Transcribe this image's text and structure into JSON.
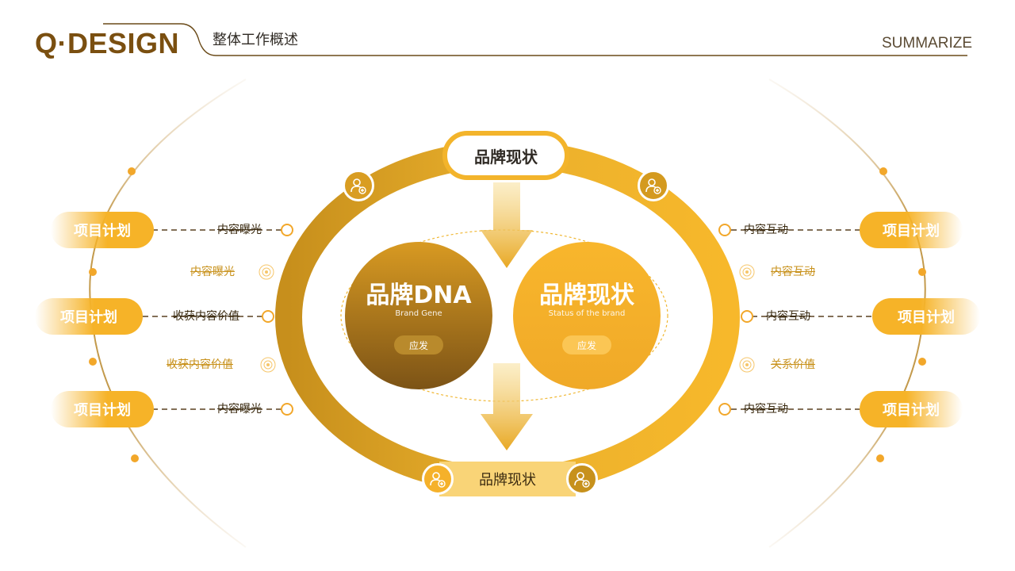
{
  "header": {
    "logo": "Q·DESIGN",
    "subtitle": "整体工作概述",
    "right_label": "SUMMARIZE"
  },
  "top_box": {
    "label": "品牌现状"
  },
  "bottom_box": {
    "label": "品牌现状"
  },
  "left_circle": {
    "title": "品牌DNA",
    "subtitle_en": "Brand Gene",
    "button": "应发"
  },
  "right_circle": {
    "title": "品牌现状",
    "subtitle_en": "Status of the brand",
    "button": "应发"
  },
  "left_pills": [
    "项目计划",
    "项目计划",
    "项目计划"
  ],
  "right_pills": [
    "项目计划",
    "项目计划",
    "项目计划"
  ],
  "left_labels": [
    "内容曝光",
    "内容曝光",
    "收获内容价值",
    "收获内容价值",
    "内容曝光"
  ],
  "right_labels": [
    "内容互动",
    "内容互动",
    "内容互动",
    "关系价值",
    "内容互动"
  ],
  "colors": {
    "gold": "#f3b42b",
    "dark_gold": "#b9851a",
    "brown": "#7a4f10",
    "light_gold": "#f9d477"
  },
  "icons": [
    "user-add-icon",
    "user-add-icon",
    "user-add-icon",
    "user-add-icon"
  ]
}
